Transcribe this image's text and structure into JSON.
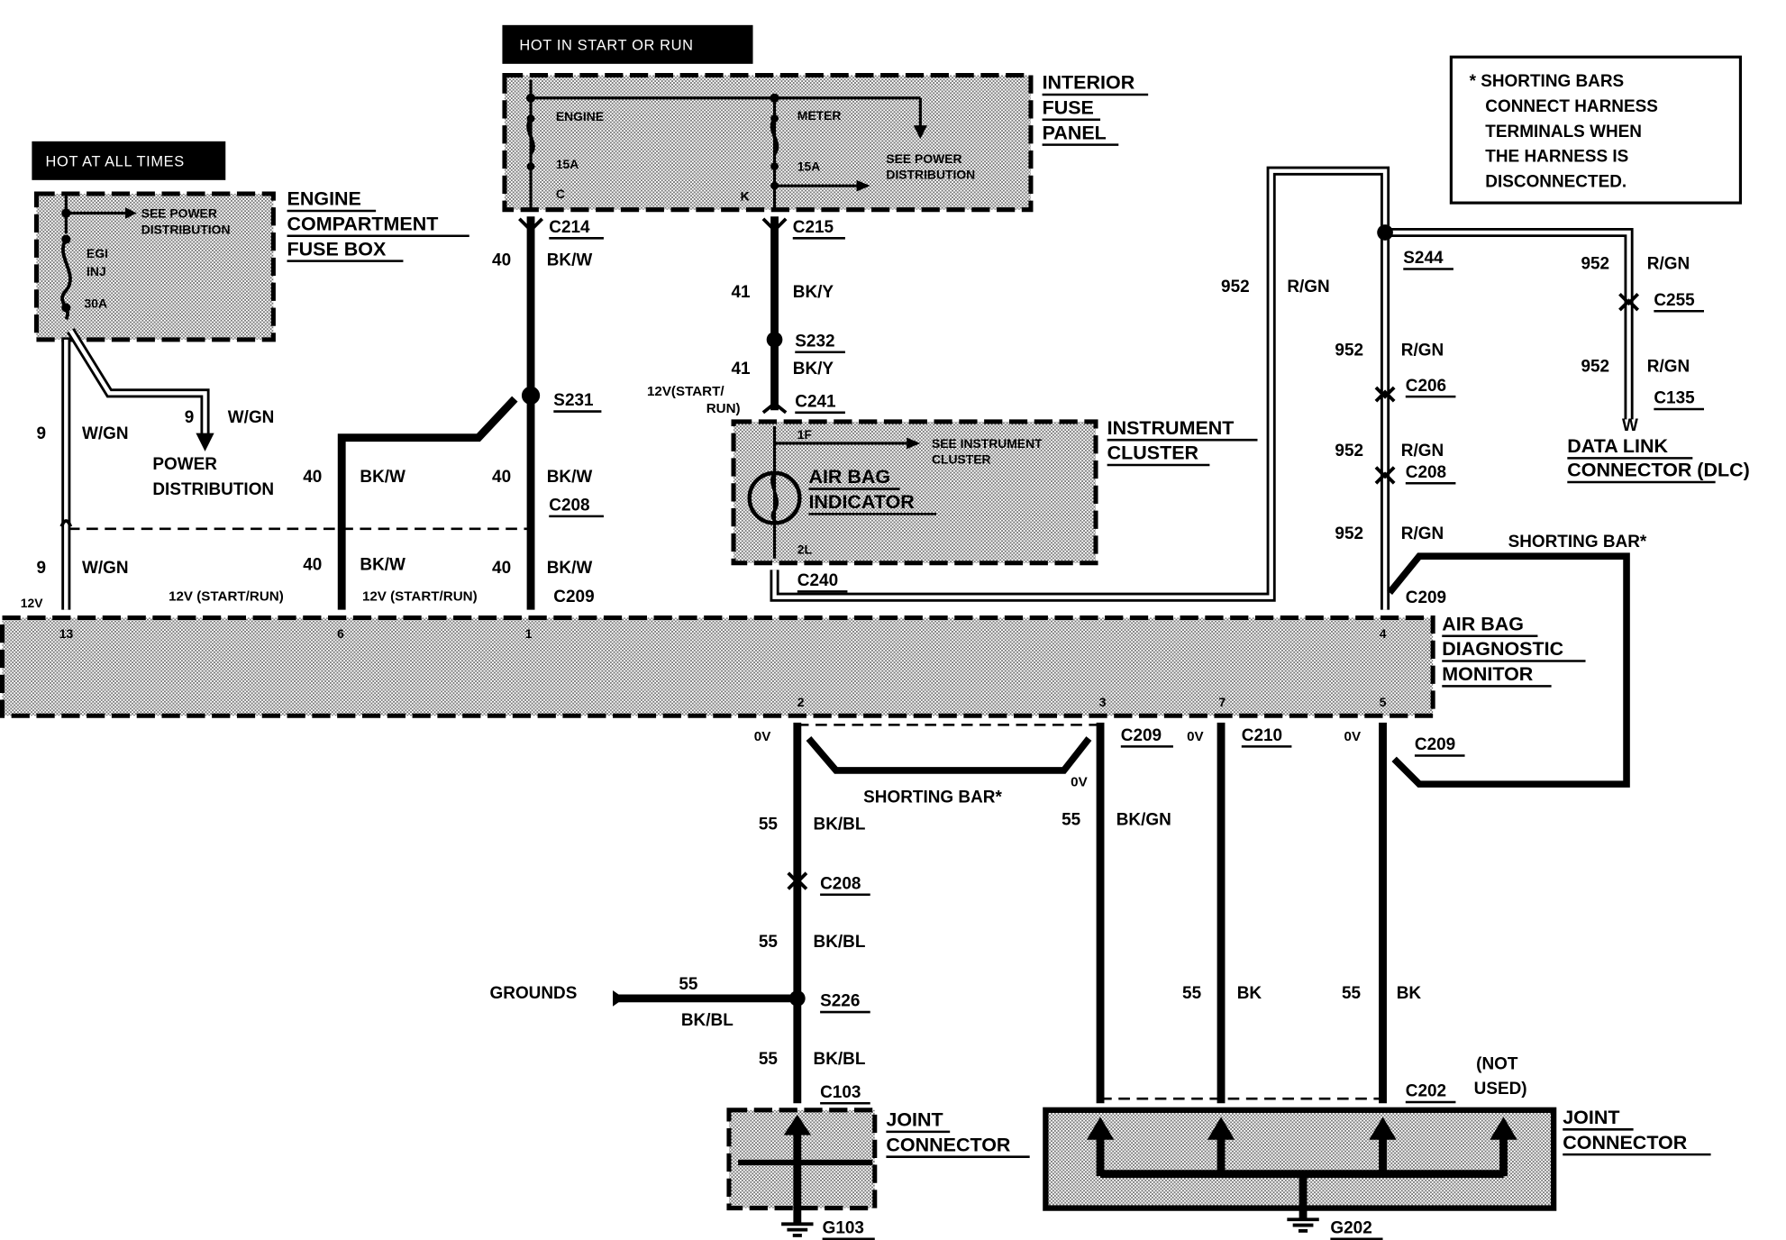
{
  "banners": {
    "hot_at_all_times": "HOT AT ALL TIMES",
    "hot_in_start_or_run": "HOT IN START OR RUN"
  },
  "note": {
    "lines": [
      "* SHORTING BARS",
      "CONNECT HARNESS",
      "TERMINALS WHEN",
      "THE HARNESS IS",
      "DISCONNECTED."
    ]
  },
  "components": {
    "engine_fuse_box": {
      "title": [
        "ENGINE",
        "COMPARTMENT",
        "FUSE BOX"
      ],
      "see": [
        "SEE POWER",
        "DISTRIBUTION"
      ],
      "fuse_name": [
        "EGI",
        "INJ"
      ],
      "fuse_rating": "30A"
    },
    "interior_fuse_panel": {
      "title": [
        "INTERIOR",
        "FUSE",
        "PANEL"
      ],
      "fuse1_name": "ENGINE",
      "fuse1_rating": "15A",
      "fuse1_pin": "C",
      "fuse2_name": "METER",
      "fuse2_rating": "15A",
      "fuse2_pin": "K",
      "see": [
        "SEE POWER",
        "DISTRIBUTION"
      ]
    },
    "instrument_cluster": {
      "title": [
        "INSTRUMENT",
        "CLUSTER"
      ],
      "pin_top": "1F",
      "pin_bottom": "2L",
      "see": [
        "SEE INSTRUMENT",
        "CLUSTER"
      ],
      "indicator": [
        "AIR BAG",
        "INDICATOR"
      ]
    },
    "diagnostic_monitor": {
      "title": [
        "AIR BAG",
        "DIAGNOSTIC",
        "MONITOR"
      ],
      "pins_top": [
        "13",
        "6",
        "1",
        "4"
      ],
      "pins_bottom": [
        "2",
        "3",
        "7",
        "5"
      ]
    },
    "joint_connector_left": {
      "title": [
        "JOINT",
        "CONNECTOR"
      ],
      "ground": "G103"
    },
    "joint_connector_right": {
      "title": [
        "JOINT",
        "CONNECTOR"
      ],
      "ground": "G202",
      "not_used": [
        "(NOT",
        "USED)"
      ]
    },
    "power_distribution": [
      "POWER",
      "DISTRIBUTION"
    ],
    "data_link_connector": [
      "DATA LINK",
      "CONNECTOR (DLC)"
    ],
    "grounds_label": "GROUNDS"
  },
  "connectors": {
    "c214": "C214",
    "c215": "C215",
    "c232": "S232",
    "s231": "S231",
    "c241": "C241",
    "c208a": "C208",
    "c209a": "C209",
    "c240": "C240",
    "s244": "S244",
    "c255": "C255",
    "c135": "C135",
    "c206": "C206",
    "c208b": "C208",
    "c209b": "C209",
    "c209c": "C209",
    "c210": "C210",
    "c209d": "C209",
    "c208c": "C208",
    "s226": "S226",
    "c103": "C103",
    "c202": "C202",
    "dlc_pin": "W"
  },
  "wires": {
    "w9": {
      "circuit": "9",
      "color": "W/GN"
    },
    "w40": {
      "circuit": "40",
      "color": "BK/W"
    },
    "w41": {
      "circuit": "41",
      "color": "BK/Y"
    },
    "w952": {
      "circuit": "952",
      "color": "R/GN"
    },
    "w55_bkbl": {
      "circuit": "55",
      "color": "BK/BL"
    },
    "w55_bkgn": {
      "circuit": "55",
      "color": "BK/GN"
    },
    "w55_bk": {
      "circuit": "55",
      "color": "BK"
    }
  },
  "voltages": {
    "v12": "12V",
    "v12_start_run": "12V (START/RUN)",
    "v12_start_run_split": [
      "12V(START/",
      "RUN)"
    ],
    "v0": "0V"
  },
  "shorting_bar": "SHORTING BAR*"
}
